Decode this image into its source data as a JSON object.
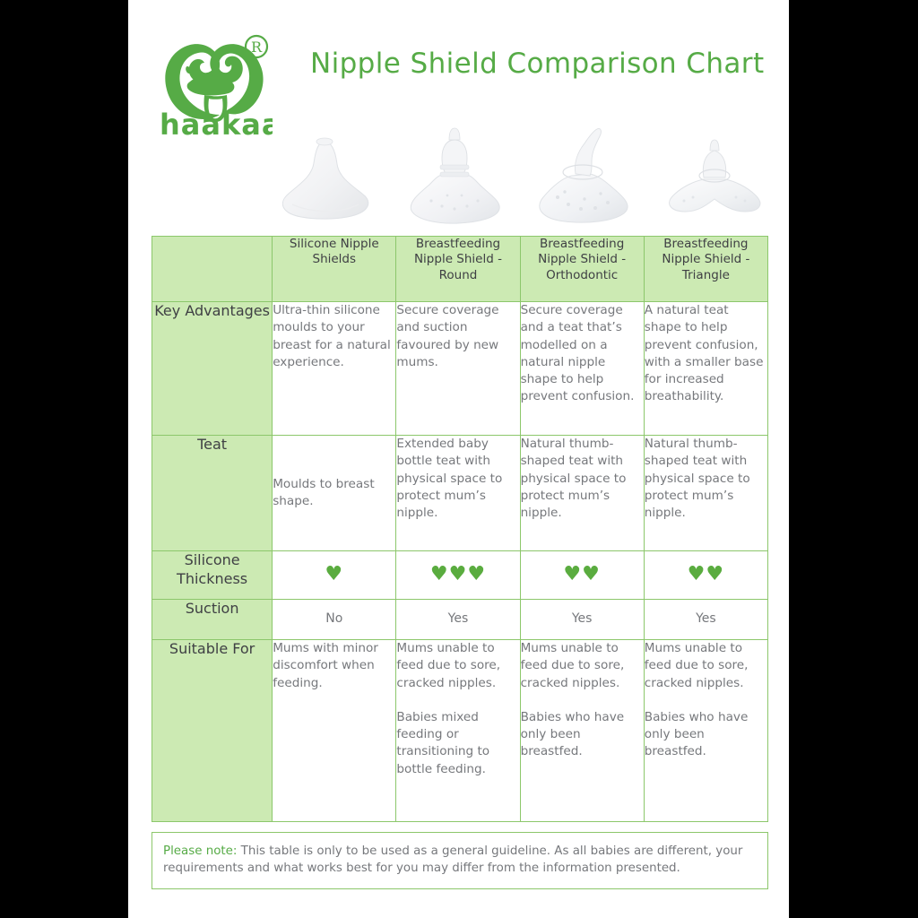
{
  "brand": {
    "logo_name": "haakaa-logo",
    "wordmark": "haakaa",
    "trademark": "®",
    "color": "#56ab46"
  },
  "header": {
    "title": "Nipple Shield Comparison Chart",
    "title_color": "#56ab46"
  },
  "products": [
    {
      "name": "silicone-nipple-shield-product-image"
    },
    {
      "name": "breastfeeding-nipple-shield-round-product-image"
    },
    {
      "name": "breastfeeding-nipple-shield-orthodontic-product-image"
    },
    {
      "name": "breastfeeding-nipple-shield-triangle-product-image"
    }
  ],
  "table": {
    "header_blank": "",
    "columns": [
      "Silicone\nNipple Shields",
      "Breastfeeding\nNipple Shield\n- Round",
      "Breastfeeding\nNipple Shield\n- Orthodontic",
      "Breastfeeding\nNipple Shield\n- Triangle"
    ],
    "columns_flat": [
      "Silicone Nipple Shields",
      "Breastfeeding Nipple Shield - Round",
      "Breastfeeding Nipple Shield - Orthodontic",
      "Breastfeeding Nipple Shield - Triangle"
    ],
    "rows": [
      {
        "label": "Key Advantages",
        "values": [
          "Ultra-thin silicone moulds to your breast for a natural experience.",
          "Secure coverage and suction favoured by new mums.",
          "Secure coverage and a teat that’s modelled on a natural nipple shape to help prevent confusion.",
          "A natural teat shape to help prevent confusion, with a smaller base for increased breathability."
        ]
      },
      {
        "label": "Teat",
        "values": [
          "Moulds to breast shape.",
          "Extended baby bottle teat with physical space to protect mum’s nipple.",
          "Natural thumb-shaped teat with physical space to protect mum’s nipple.",
          "Natural thumb-shaped teat with physical space to protect mum’s nipple."
        ]
      },
      {
        "label": "Silicone Thickness",
        "values": [
          "♥",
          "♥♥♥",
          "♥♥",
          "♥♥"
        ],
        "rating_counts": [
          1,
          3,
          2,
          2
        ],
        "rating_max": 3,
        "heart_color": "#5aac3f"
      },
      {
        "label": "Suction",
        "values": [
          "No",
          "Yes",
          "Yes",
          "Yes"
        ]
      },
      {
        "label": "Suitable For",
        "values_a": [
          "Mums with minor discomfort when feeding.",
          "Mums unable to feed due to sore, cracked nipples.",
          "Mums unable to feed due to sore, cracked nipples.",
          "Mums unable to feed due to sore, cracked nipples."
        ],
        "values_b": [
          "",
          "Babies mixed feeding or transitioning to bottle feeding.",
          "Babies who have only been breastfed.",
          "Babies who have only been breastfed."
        ]
      }
    ],
    "header_bg": "#cceab3",
    "label_bg": "#cceab3",
    "border_color": "#8cc76b",
    "body_text_color": "#76787c"
  },
  "note": {
    "lead": "Please note:",
    "text": " This table is only to be used as a general guideline. As all babies are different, your requirements and what works best for you may differ from the information presented."
  }
}
